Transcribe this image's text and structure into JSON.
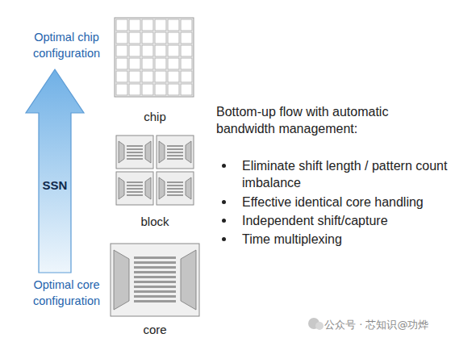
{
  "diagram": {
    "nodes": [
      {
        "text": [
          "SSN"
        ]
      },
      {
        "text": [
          "chip"
        ]
      },
      {
        "text": [
          "block"
        ]
      },
      {
        "text": [
          "core"
        ]
      }
    ],
    "labels": [
      "Optimal chip configuration",
      "Optimal core configuration",
      "Bottom-up flow with automatic bandwidth management:",
      "Eliminate shift length / pattern count imbalance",
      "Effective identical core handling",
      "Independent shift/capture",
      "Time multiplexing",
      "公众号 · 芯知识@功烨"
    ]
  }
}
